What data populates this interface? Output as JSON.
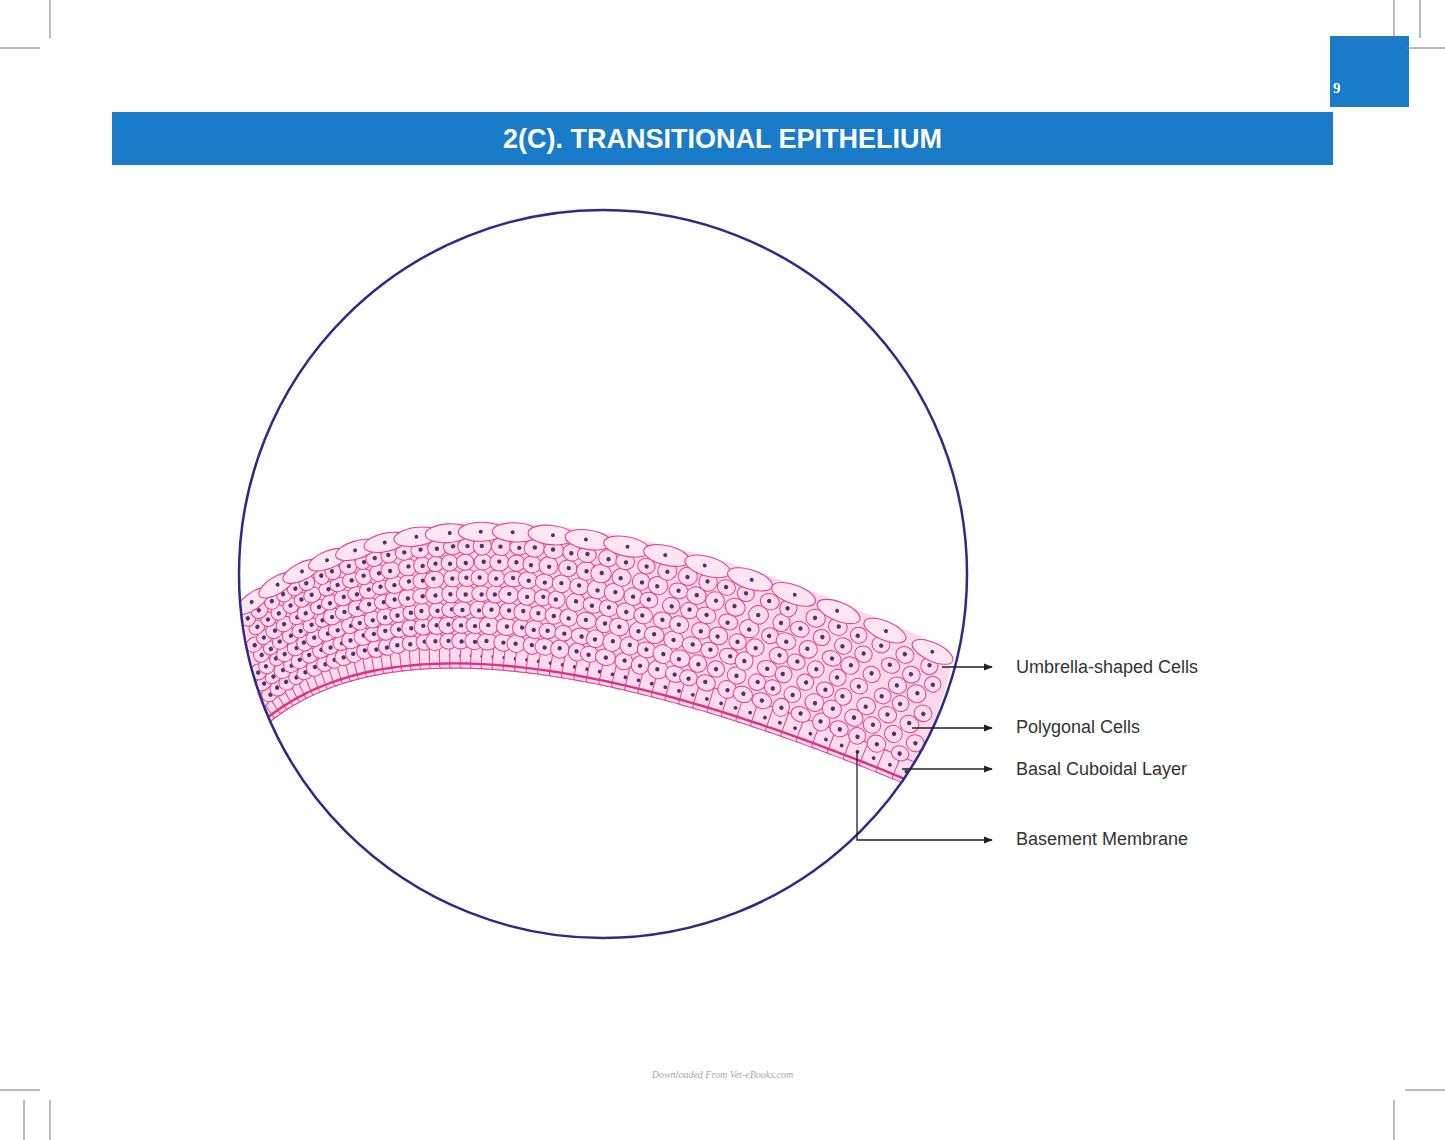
{
  "diagram": {
    "title": "2(C). TRANSITIONAL EPITHELIUM",
    "labels": [
      "9",
      "Umbrella-shaped Cells",
      "Polygonal Cells",
      "Basal Cuboidal Layer",
      "Basement Membrane",
      "Downloaded From Vet-eBooks.com"
    ]
  }
}
